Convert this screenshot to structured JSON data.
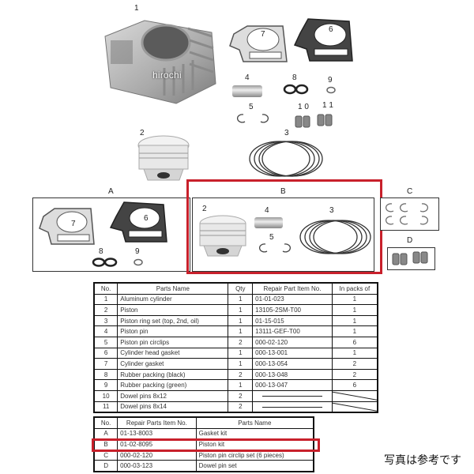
{
  "diagram": {
    "watermark": "hirochi",
    "part_labels": {
      "p1": "1",
      "p2": "2",
      "p3": "3",
      "p4": "4",
      "p5": "5",
      "p6": "6",
      "p7": "7",
      "p8": "8",
      "p9": "9",
      "p10": "1 0",
      "p11": "1 1"
    },
    "kits": {
      "A": {
        "label": "A",
        "items": {
          "7": "7",
          "6": "6",
          "8": "8",
          "9": "9"
        }
      },
      "B": {
        "label": "B",
        "items": {
          "2": "2",
          "4": "4",
          "3": "3",
          "5": "5"
        },
        "highlight_color": "#c8202b"
      },
      "C": {
        "label": "C"
      },
      "D": {
        "label": "D"
      }
    }
  },
  "parts_table": {
    "headers": [
      "No.",
      "Parts Name",
      "Qty",
      "Repair Part Item No.",
      "In packs of"
    ],
    "rows": [
      {
        "no": "1",
        "name": "Aluminum cylinder",
        "qty": "1",
        "item": "01-01-023",
        "pack": "1"
      },
      {
        "no": "2",
        "name": "Piston",
        "qty": "1",
        "item": "13105-2SM-T00",
        "pack": "1"
      },
      {
        "no": "3",
        "name": "Piston ring set (top, 2nd, oil)",
        "qty": "1",
        "item": "01-15-015",
        "pack": "1"
      },
      {
        "no": "4",
        "name": "Piston pin",
        "qty": "1",
        "item": "13111-GEF-T00",
        "pack": "1"
      },
      {
        "no": "5",
        "name": "Piston pin circlips",
        "qty": "2",
        "item": "000-02-120",
        "pack": "6"
      },
      {
        "no": "6",
        "name": "Cylinder head gasket",
        "qty": "1",
        "item": "000-13-001",
        "pack": "1"
      },
      {
        "no": "7",
        "name": "Cylinder gasket",
        "qty": "1",
        "item": "000-13-054",
        "pack": "2"
      },
      {
        "no": "8",
        "name": "Rubber packing (black)",
        "qty": "2",
        "item": "000-13-048",
        "pack": "2"
      },
      {
        "no": "9",
        "name": "Rubber packing (green)",
        "qty": "1",
        "item": "000-13-047",
        "pack": "6"
      },
      {
        "no": "10",
        "name": "Dowel pins 8x12",
        "qty": "2",
        "item": "",
        "pack": ""
      },
      {
        "no": "11",
        "name": "Dowel pins 8x14",
        "qty": "2",
        "item": "",
        "pack": ""
      }
    ]
  },
  "kit_table": {
    "headers": [
      "No.",
      "Repair Parts Item No.",
      "Parts Name"
    ],
    "rows": [
      {
        "no": "A",
        "item": "01-13-8003",
        "name": "Gasket kit"
      },
      {
        "no": "B",
        "item": "01-02-8095",
        "name": "Piston kit",
        "highlighted": true
      },
      {
        "no": "C",
        "item": "000-02-120",
        "name": "Piston pin circlip set (6 pieces)"
      },
      {
        "no": "D",
        "item": "000-03-123",
        "name": "Dowel pin set"
      }
    ],
    "highlight_color": "#c8202b"
  },
  "note": "写真は参考です"
}
